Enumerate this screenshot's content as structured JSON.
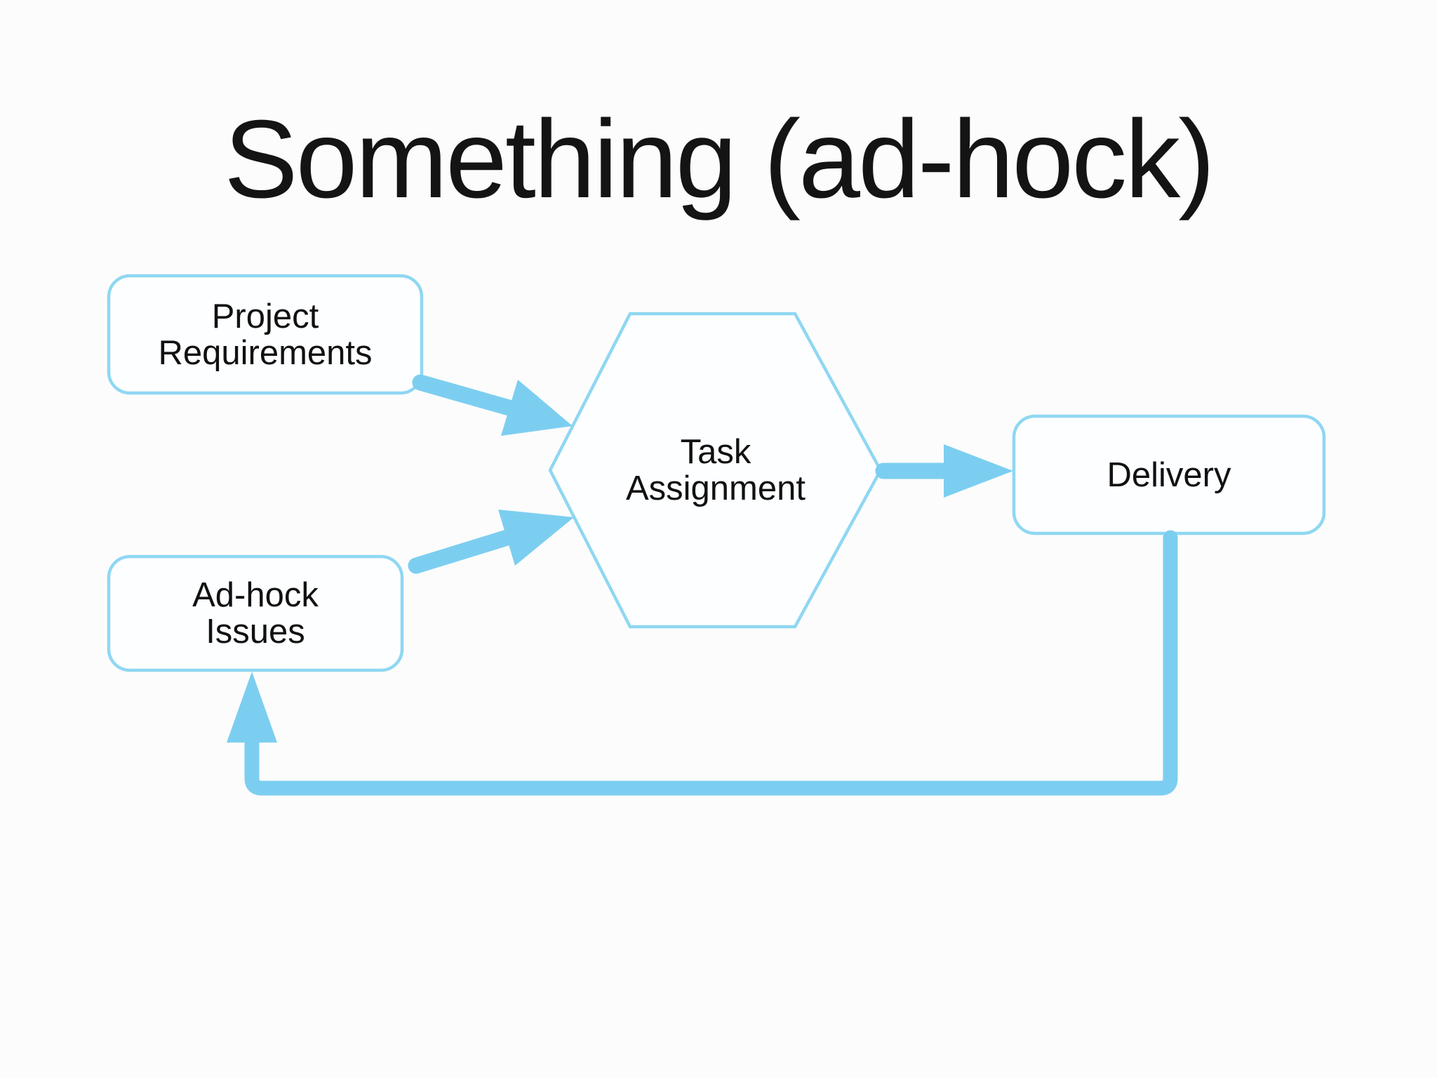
{
  "title": "Something (ad-hock)",
  "diagram": {
    "nodes": {
      "project_requirements": {
        "shape": "rounded-rectangle",
        "lines": [
          "Project",
          "Requirements"
        ]
      },
      "ad_hock_issues": {
        "shape": "rounded-rectangle",
        "lines": [
          "Ad-hock",
          "Issues"
        ]
      },
      "task_assignment": {
        "shape": "hexagon",
        "lines": [
          "Task",
          "Assignment"
        ]
      },
      "delivery": {
        "shape": "rounded-rectangle",
        "lines": [
          "Delivery"
        ]
      }
    },
    "edges": [
      {
        "from": "project_requirements",
        "to": "task_assignment",
        "style": "straight-arrow"
      },
      {
        "from": "ad_hock_issues",
        "to": "task_assignment",
        "style": "straight-arrow"
      },
      {
        "from": "task_assignment",
        "to": "delivery",
        "style": "straight-arrow"
      },
      {
        "from": "delivery",
        "to": "ad_hock_issues",
        "style": "orthogonal-feedback-arrow"
      }
    ],
    "colors": {
      "arrow": "#7CCEF0",
      "node_border": "#8FD7F2",
      "node_fill": "#FDFEFF",
      "text": "#111111",
      "title_text": "#141414",
      "background": "#FCFCFC"
    }
  }
}
